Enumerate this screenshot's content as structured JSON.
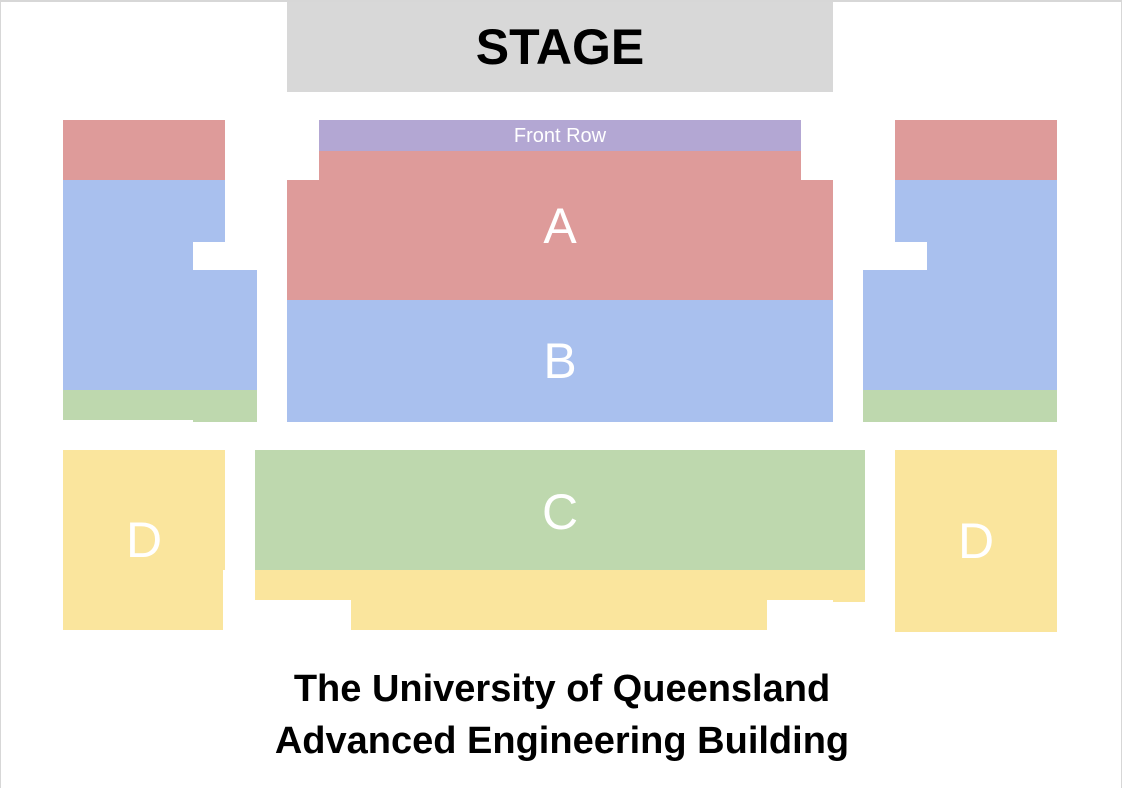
{
  "stage": {
    "label": "STAGE"
  },
  "sections": {
    "front_row": {
      "label": "Front Row"
    },
    "a": {
      "label": "A"
    },
    "b": {
      "label": "B"
    },
    "c": {
      "label": "C"
    },
    "d_left": {
      "label": "D"
    },
    "d_right": {
      "label": "D"
    }
  },
  "venue": {
    "line1": "The University of Queensland",
    "line2": "Advanced Engineering Building"
  },
  "colors": {
    "stage": "#d8d8d8",
    "front_row": "#b3a7d3",
    "section_a": "#de9b9a",
    "section_b": "#a9c0ee",
    "section_c": "#bed8ae",
    "section_d": "#fae59d"
  }
}
